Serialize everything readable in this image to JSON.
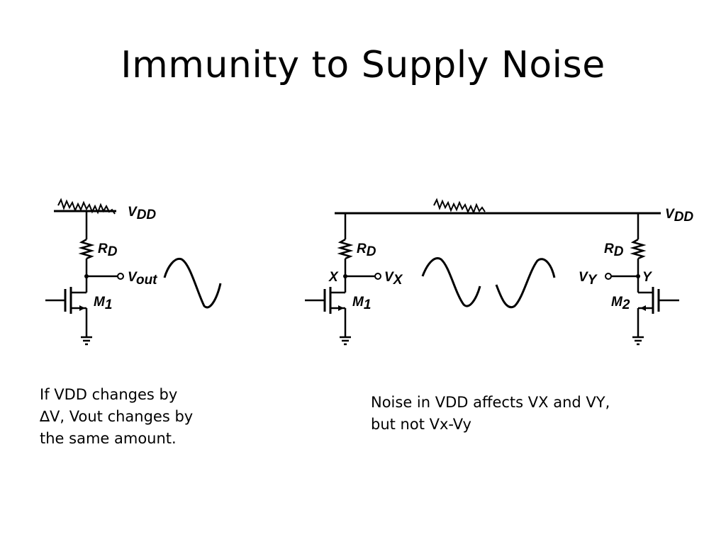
{
  "slide": {
    "title": "Immunity to Supply Noise",
    "caption_left": "If VDD changes by\n∆V, Vout changes by\nthe same amount.",
    "caption_right": "Noise in VDD affects VX and VY,\nbut not Vx-Vy"
  },
  "left_circuit": {
    "supply": {
      "main": "V",
      "sub": "DD"
    },
    "resistor": {
      "main": "R",
      "sub": "D"
    },
    "output": {
      "main": "V",
      "sub": "out"
    },
    "transistor": {
      "main": "M",
      "sub": "1"
    }
  },
  "right_circuit": {
    "supply": {
      "main": "V",
      "sub": "DD"
    },
    "resistor_left": {
      "main": "R",
      "sub": "D"
    },
    "resistor_right": {
      "main": "R",
      "sub": "D"
    },
    "node_x": "X",
    "node_y": "Y",
    "output_x": {
      "main": "V",
      "sub": "X"
    },
    "output_y": {
      "main": "V",
      "sub": "Y"
    },
    "transistor_left": {
      "main": "M",
      "sub": "1"
    },
    "transistor_right": {
      "main": "M",
      "sub": "2"
    }
  }
}
